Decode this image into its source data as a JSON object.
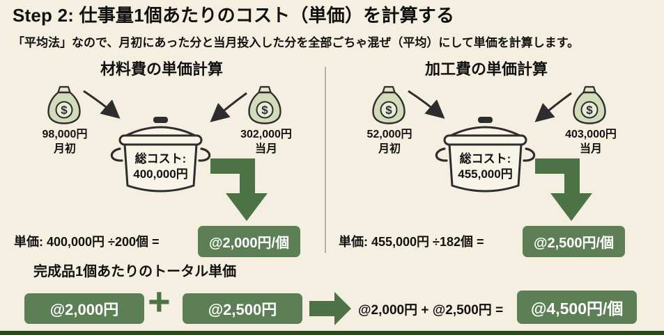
{
  "header": {
    "title": "Step 2: 仕事量1個あたりのコスト（単価）を計算する",
    "subtitle": "「平均法」なので、月初にあった分と当月投入した分を全部ごちゃ混ぜ（平均）にして単価を計算します。"
  },
  "icons": {
    "dollar_symbol": "$",
    "money_bag": "money-bag-icon",
    "cooking_pot": "cooking-pot-icon",
    "elbow_arrow": "elbow-down-arrow-icon",
    "right_arrow": "right-arrow-icon",
    "plus": "plus-icon"
  },
  "colors": {
    "background": "#f4efe1",
    "badge_green": "#5d7f55",
    "arrow_green": "#4d7245",
    "outline_dark": "#2d2d2d",
    "bottom_bar_green": "#2b4a1e"
  },
  "panels": [
    {
      "heading": "材料費の単価計算",
      "left_bag": {
        "amount": "98,000円",
        "period": "月初"
      },
      "right_bag": {
        "amount": "302,000円",
        "period": "当月"
      },
      "pot": {
        "label": "総コスト:",
        "amount": "400,000円"
      },
      "formula": "単価: 400,000円 ÷200個 =",
      "result": "@2,000円/個"
    },
    {
      "heading": "加工費の単価計算",
      "left_bag": {
        "amount": "52,000円",
        "period": "月初"
      },
      "right_bag": {
        "amount": "403,000円",
        "period": "当月"
      },
      "pot": {
        "label": "総コスト:",
        "amount": "455,000円"
      },
      "formula": "単価: 455,000円 ÷182個 =",
      "result": "@2,500円/個"
    }
  ],
  "total": {
    "heading": "完成品1個あたりのトータル単価",
    "material_badge": "@2,000円",
    "plus": "+",
    "conversion_badge": "@2,500円",
    "formula": "@2,000円 + @2,500円 =",
    "result": "@4,500円/個"
  }
}
